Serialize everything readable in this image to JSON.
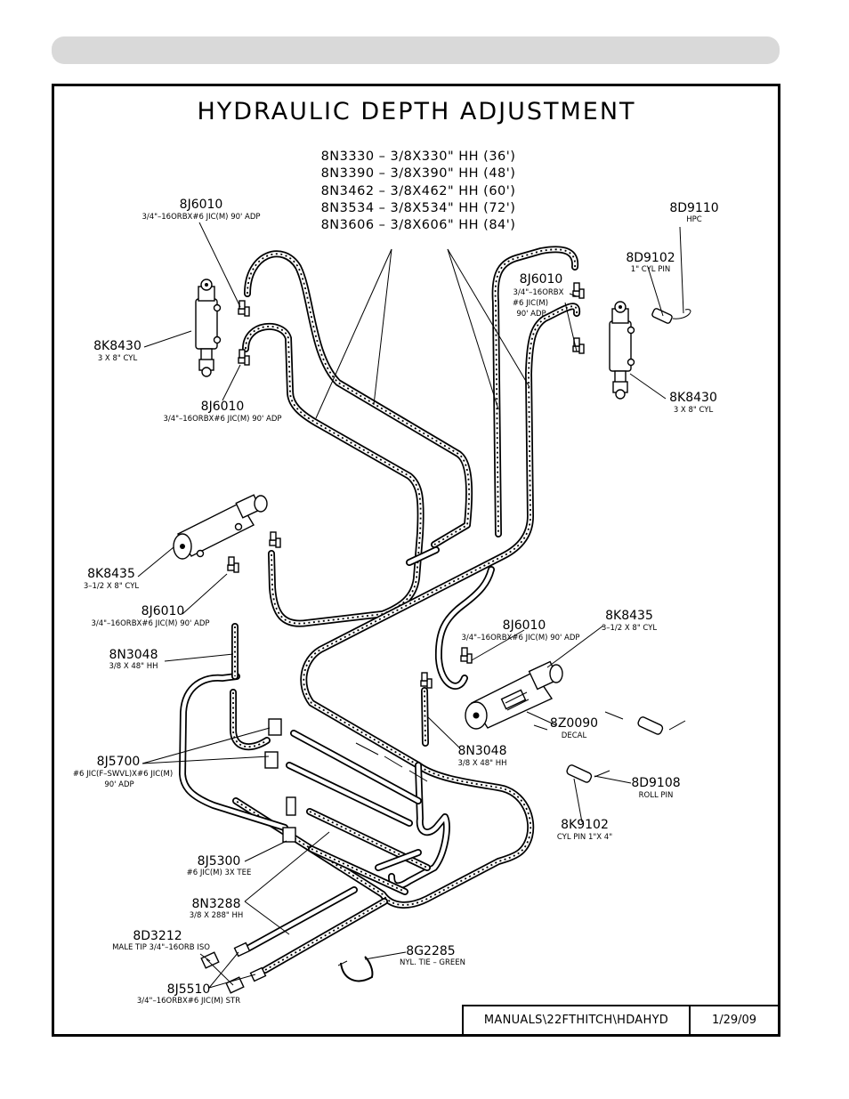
{
  "page": {
    "title": "HYDRAULIC DEPTH ADJUSTMENT"
  },
  "hose_kits": [
    "8N3330  –  3/8X330\"  HH  (36')",
    "8N3390  –  3/8X390\"  HH  (48')",
    "8N3462  –  3/8X462\"  HH  (60')",
    "8N3534  –  3/8X534\"  HH  (72')",
    "8N3606  –  3/8X606\"  HH  (84')"
  ],
  "callouts": {
    "a": {
      "pn": "8J6010",
      "desc": "3/4\"–16ORBX#6 JIC(M) 90' ADP"
    },
    "b": {
      "pn": "8K8430",
      "desc": "3 X 8\" CYL"
    },
    "c": {
      "pn": "8J6010",
      "desc": "3/4\"–16ORBX#6 JIC(M) 90' ADP"
    },
    "d": {
      "pn": "8D9110",
      "desc": "HPC"
    },
    "e": {
      "pn": "8D9102",
      "desc": "1\" CYL PIN"
    },
    "f": {
      "pn": "8J6010",
      "desc1": "3/4\"–16ORBX",
      "desc2": "#6 JIC(M)",
      "desc3": "90' ADP"
    },
    "g": {
      "pn": "8K8430",
      "desc": "3 X 8\" CYL"
    },
    "h": {
      "pn": "8K8435",
      "desc": "3–1/2 X 8\" CYL"
    },
    "i": {
      "pn": "8J6010",
      "desc": "3/4\"–16ORBX#6 JIC(M) 90' ADP"
    },
    "j": {
      "pn": "8N3048",
      "desc": "3/8 X 48\" HH"
    },
    "k": {
      "pn": "8J6010",
      "desc": "3/4\"–16ORBX#6 JIC(M) 90' ADP"
    },
    "l": {
      "pn": "8K8435",
      "desc": "3–1/2 X 8\" CYL"
    },
    "m": {
      "pn": "8Z0090",
      "desc": "DECAL"
    },
    "n": {
      "pn": "8N3048",
      "desc": "3/8 X 48\" HH"
    },
    "o": {
      "pn": "8J5700",
      "desc1": "#6 JIC(F–SWVL)X#6 JIC(M)",
      "desc2": "90' ADP"
    },
    "p": {
      "pn": "8D9108",
      "desc": "ROLL PIN"
    },
    "q": {
      "pn": "8K9102",
      "desc": "CYL PIN 1\"X 4\""
    },
    "r": {
      "pn": "8J5300",
      "desc": "#6 JIC(M) 3X TEE"
    },
    "s": {
      "pn": "8N3288",
      "desc": "3/8 X 288\" HH"
    },
    "t": {
      "pn": "8D3212",
      "desc": "MALE TIP 3/4\"–16ORB ISO"
    },
    "u": {
      "pn": "8G2285",
      "desc": "NYL. TIE – GREEN"
    },
    "v": {
      "pn": "8J5510",
      "desc": "3/4\"–16ORBX#6 JIC(M) STR"
    }
  },
  "title_block": {
    "path": "MANUALS\\22FTHITCH\\HDAHYD",
    "date": "1/29/09"
  }
}
